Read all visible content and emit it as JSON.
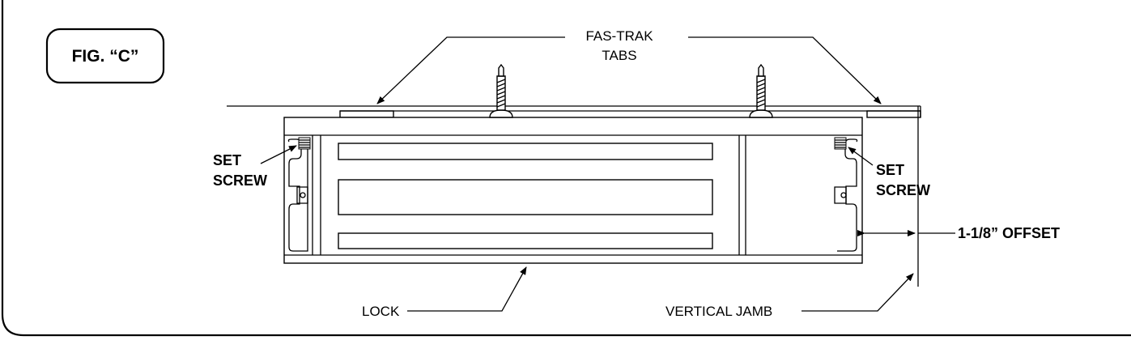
{
  "figure": {
    "label": "FIG. “C”"
  },
  "labels": {
    "fastrak_line1": "FAS-TRAK",
    "fastrak_line2": "TABS",
    "set_screw_left_line1": "SET",
    "set_screw_left_line2": "SCREW",
    "set_screw_right_line1": "SET",
    "set_screw_right_line2": "SCREW",
    "offset": "1-1/8” OFFSET",
    "lock": "LOCK",
    "vertical_jamb": "VERTICAL JAMB"
  }
}
